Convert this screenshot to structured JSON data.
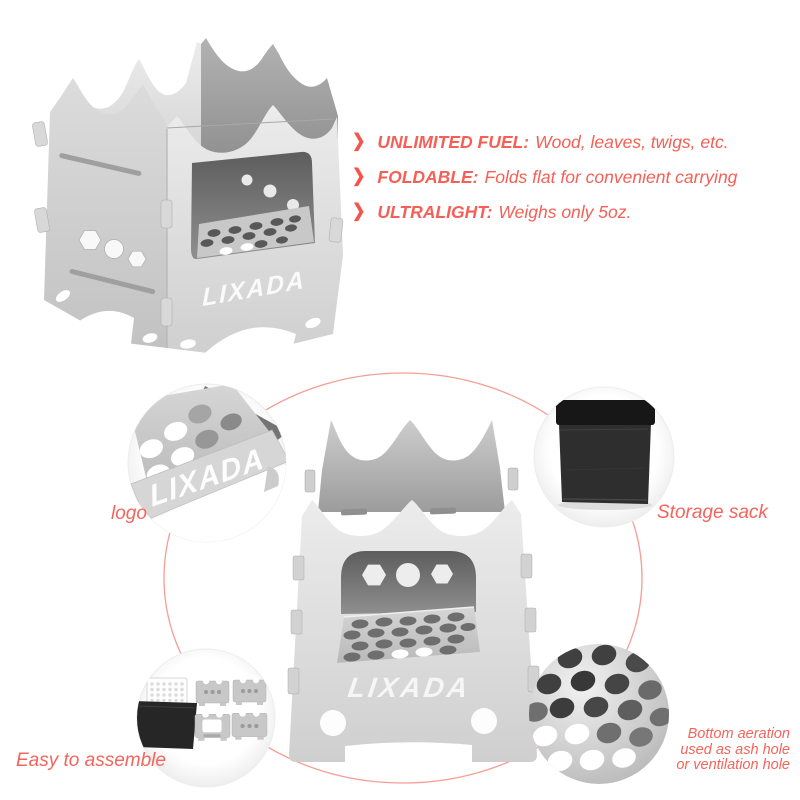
{
  "brand_cutout_text": "LIXADA",
  "icons": {
    "feature_bullet": "❯"
  },
  "features": {
    "items": [
      {
        "label": "UNLIMITED FUEL:",
        "desc": "Wood, leaves, twigs, etc."
      },
      {
        "label": "FOLDABLE:",
        "desc": "Folds flat for convenient carrying"
      },
      {
        "label": "ULTRALIGHT:",
        "desc": "Weighs only 5oz."
      }
    ]
  },
  "callouts": {
    "logo": {
      "label": "logo"
    },
    "storage_sack": {
      "label": "Storage sack"
    },
    "easy_assemble": {
      "label": "Easy to assemble"
    },
    "bottom_aeration": {
      "lines": [
        "Bottom aeration",
        "used as ash hole",
        "or ventilation hole"
      ]
    }
  },
  "colors": {
    "background": "#ffffff",
    "accent_text": "#f65f56",
    "accent_ring": "#f59e97",
    "metal_light": "#e3e3e3",
    "metal_dark": "#8c8c8c",
    "sack_black": "#2c2c2c"
  }
}
